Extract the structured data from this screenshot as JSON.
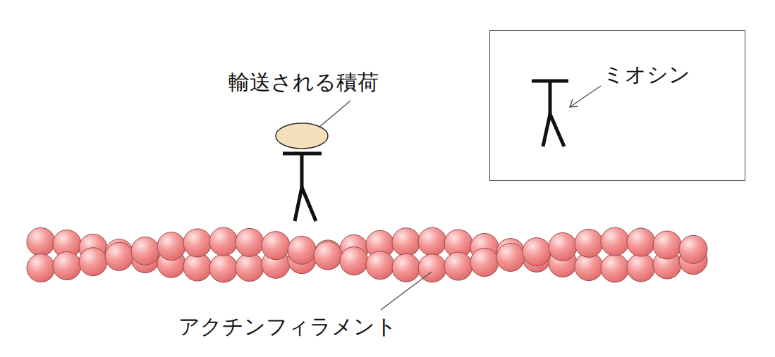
{
  "diagram": {
    "nodes": [
      {
        "text": [
          "ミオシン"
        ]
      }
    ],
    "labels": [
      "輸送される積荷",
      "アクチンフィラメント"
    ]
  }
}
